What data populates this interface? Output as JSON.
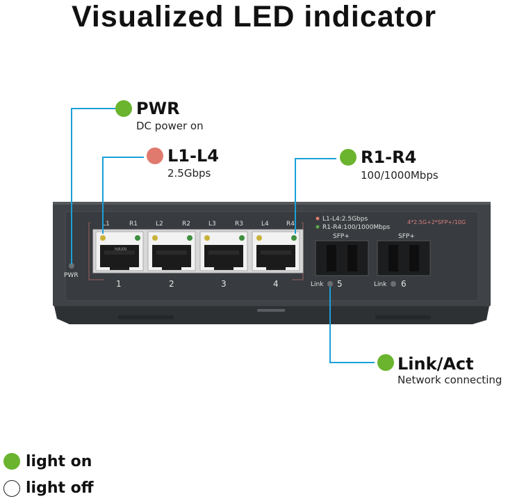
{
  "title": "Visualized LED indicator",
  "callouts": {
    "pwr": {
      "label": "PWR",
      "desc": "DC power on",
      "dot_color": "#6ab42e"
    },
    "l1l4": {
      "label": "L1-L4",
      "desc": "2.5Gbps",
      "dot_color": "#e07a6e"
    },
    "r1r4": {
      "label": "R1-R4",
      "desc": "100/1000Mbps",
      "dot_color": "#6ab42e"
    },
    "link": {
      "label": "Link/Act",
      "desc": "Network connecting",
      "dot_color": "#6ab42e"
    }
  },
  "device": {
    "pwr_label": "PWR",
    "port_top_labels": [
      "L1",
      "R1",
      "L2",
      "R2",
      "L3",
      "R3",
      "L4",
      "R4"
    ],
    "port_numbers": [
      "1",
      "2",
      "3",
      "4"
    ],
    "legend_l": "L1-L4:2.5Gbps",
    "legend_r": "R1-R4:100/1000Mbps",
    "model_text": "4*2.5G+2*SFP+/10G",
    "sfp_label": "SFP+",
    "sfp_ports": [
      {
        "link_label": "Link",
        "number": "5"
      },
      {
        "link_label": "Link",
        "number": "6"
      }
    ]
  },
  "legend": {
    "on": {
      "label": "light on",
      "color": "#6ab42e"
    },
    "off": {
      "label": "light off"
    }
  },
  "colors": {
    "line": "#1aa0d8",
    "body": "#3f4347",
    "body_dark": "#2e3134",
    "green": "#6ab42e",
    "red": "#e07a6e"
  }
}
